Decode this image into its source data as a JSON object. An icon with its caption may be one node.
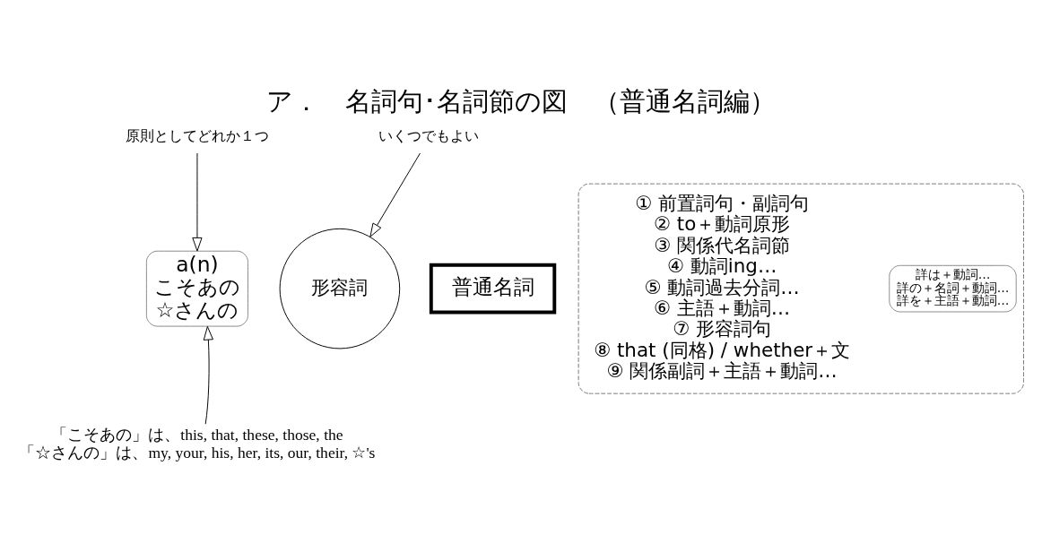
{
  "diagram": {
    "title": "ア．　名詞句･名詞節の図　（普通名詞編）",
    "nodes": [
      {
        "text": [
          "原則としてどれか１つ"
        ]
      },
      {
        "text": [
          "いくつでもよい"
        ]
      },
      {
        "text": [
          "a(n)",
          "こそあの",
          "☆さんの"
        ]
      },
      {
        "text": [
          "形容詞"
        ]
      },
      {
        "text": [
          "普通名詞"
        ]
      },
      {
        "text": [],
        "shape": "box"
      },
      {
        "text": [
          "① 前置詞句・副詞句",
          "② to＋動詞原形",
          "③ 関係代名詞節",
          "④ 動詞ing…",
          "⑤ 動詞過去分詞…",
          "⑥ 主語＋動詞…",
          "⑦ 形容詞句",
          "⑧ that (同格) / whether＋文",
          "⑨ 関係副詞＋主語＋動詞…"
        ],
        "in": 5
      },
      {
        "text": [
          "詳は＋動詞…",
          "詳の＋名詞＋動詞…",
          "詳を＋主語＋動詞…"
        ],
        "in": 5
      },
      {
        "text": [
          "「こそあの」は、this, that, these, those, the",
          "「☆さんの」は、my, your, his, her, its, our, their, ☆'s"
        ]
      }
    ],
    "edges": [
      {
        "from": 0,
        "to": 2,
        "arrow": "to"
      },
      {
        "from": 1,
        "to": 3,
        "arrow": "to"
      },
      {
        "from": 8,
        "to": 2,
        "arrow": "to"
      }
    ]
  }
}
